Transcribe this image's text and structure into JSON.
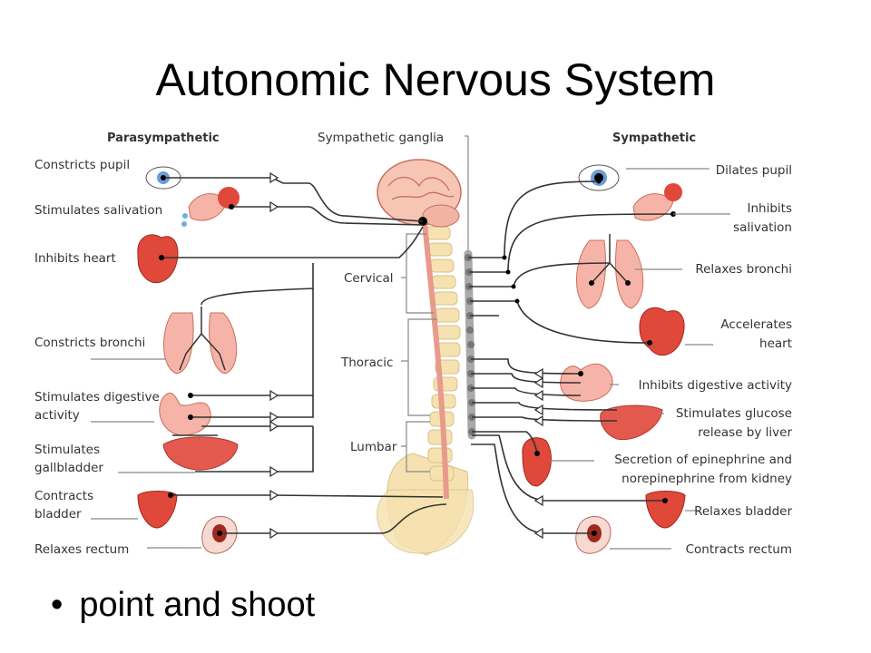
{
  "title": "Autonomic Nervous System",
  "headers": {
    "parasympathetic": "Parasympathetic",
    "ganglia": "Sympathetic ganglia",
    "sympathetic": "Sympathetic"
  },
  "regions": {
    "cervical": "Cervical",
    "thoracic": "Thoracic",
    "lumbar": "Lumbar"
  },
  "left_labels": [
    [
      "Constricts pupil"
    ],
    [
      "Stimulates salivation"
    ],
    [
      "Inhibits heart"
    ],
    [
      "Constricts bronchi"
    ],
    [
      "Stimulates digestive",
      "activity"
    ],
    [
      "Stimulates",
      "gallbladder"
    ],
    [
      "Contracts",
      "bladder"
    ],
    [
      "Relaxes rectum"
    ]
  ],
  "right_labels": [
    [
      "Dilates pupil"
    ],
    [
      "Inhibits",
      "salivation"
    ],
    [
      "Relaxes bronchi"
    ],
    [
      "Accelerates",
      "heart"
    ],
    [
      "Inhibits digestive activity"
    ],
    [
      "Stimulates glucose",
      "release by liver"
    ],
    [
      "Secretion of epinephrine and",
      "norepinephrine from kidney"
    ],
    [
      "Relaxes bladder"
    ],
    [
      "Contracts rectum"
    ]
  ],
  "bullets": [
    "point and shoot"
  ],
  "colors": {
    "organ": "#e0483a",
    "organ_light": "#f6b3a8",
    "cord": "#e89a8c",
    "bone": "#f6e2b0",
    "chain": "#a9a9a9"
  }
}
